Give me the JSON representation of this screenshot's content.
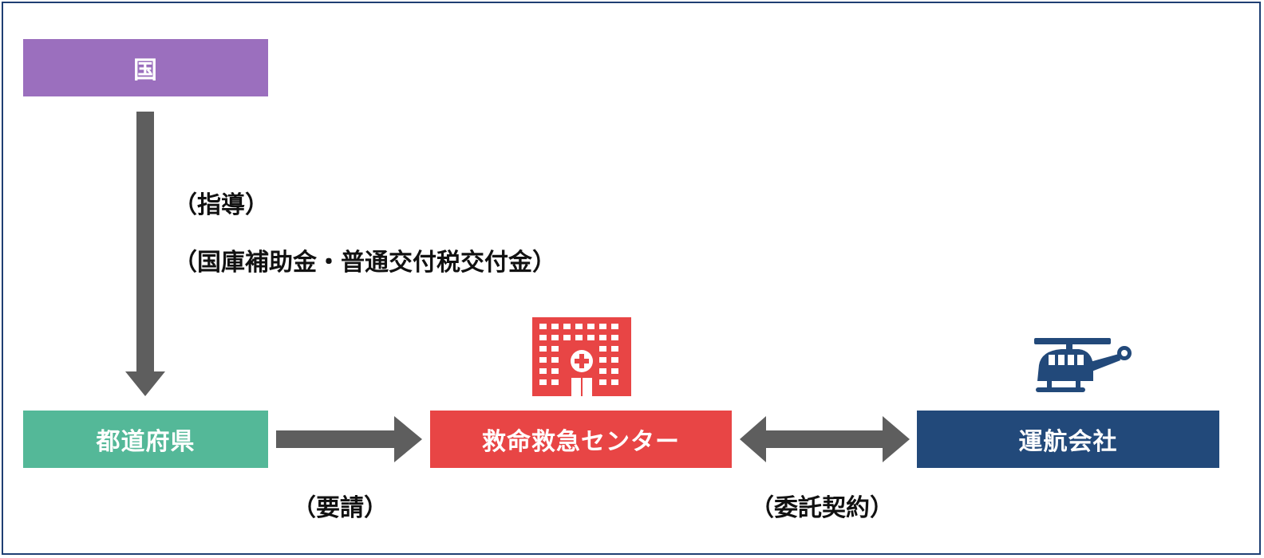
{
  "colors": {
    "kuni": "#9b6fbe",
    "prefecture": "#54b898",
    "center": "#e84545",
    "operator": "#22497a",
    "arrow": "#5e5e5e",
    "border": "#1f3f73"
  },
  "nodes": {
    "kuni": "国",
    "prefecture": "都道府県",
    "center": "救命救急センター",
    "operator": "運航会社"
  },
  "edges": {
    "kuni_to_prefecture": {
      "label_1": "（指導）",
      "label_2": "（国庫補助金・普通交付税交付金）"
    },
    "prefecture_to_center": {
      "label": "（要請）"
    },
    "center_operator": {
      "label": "（委託契約）"
    }
  },
  "icons": {
    "center": "hospital-icon",
    "operator": "helicopter-icon"
  }
}
